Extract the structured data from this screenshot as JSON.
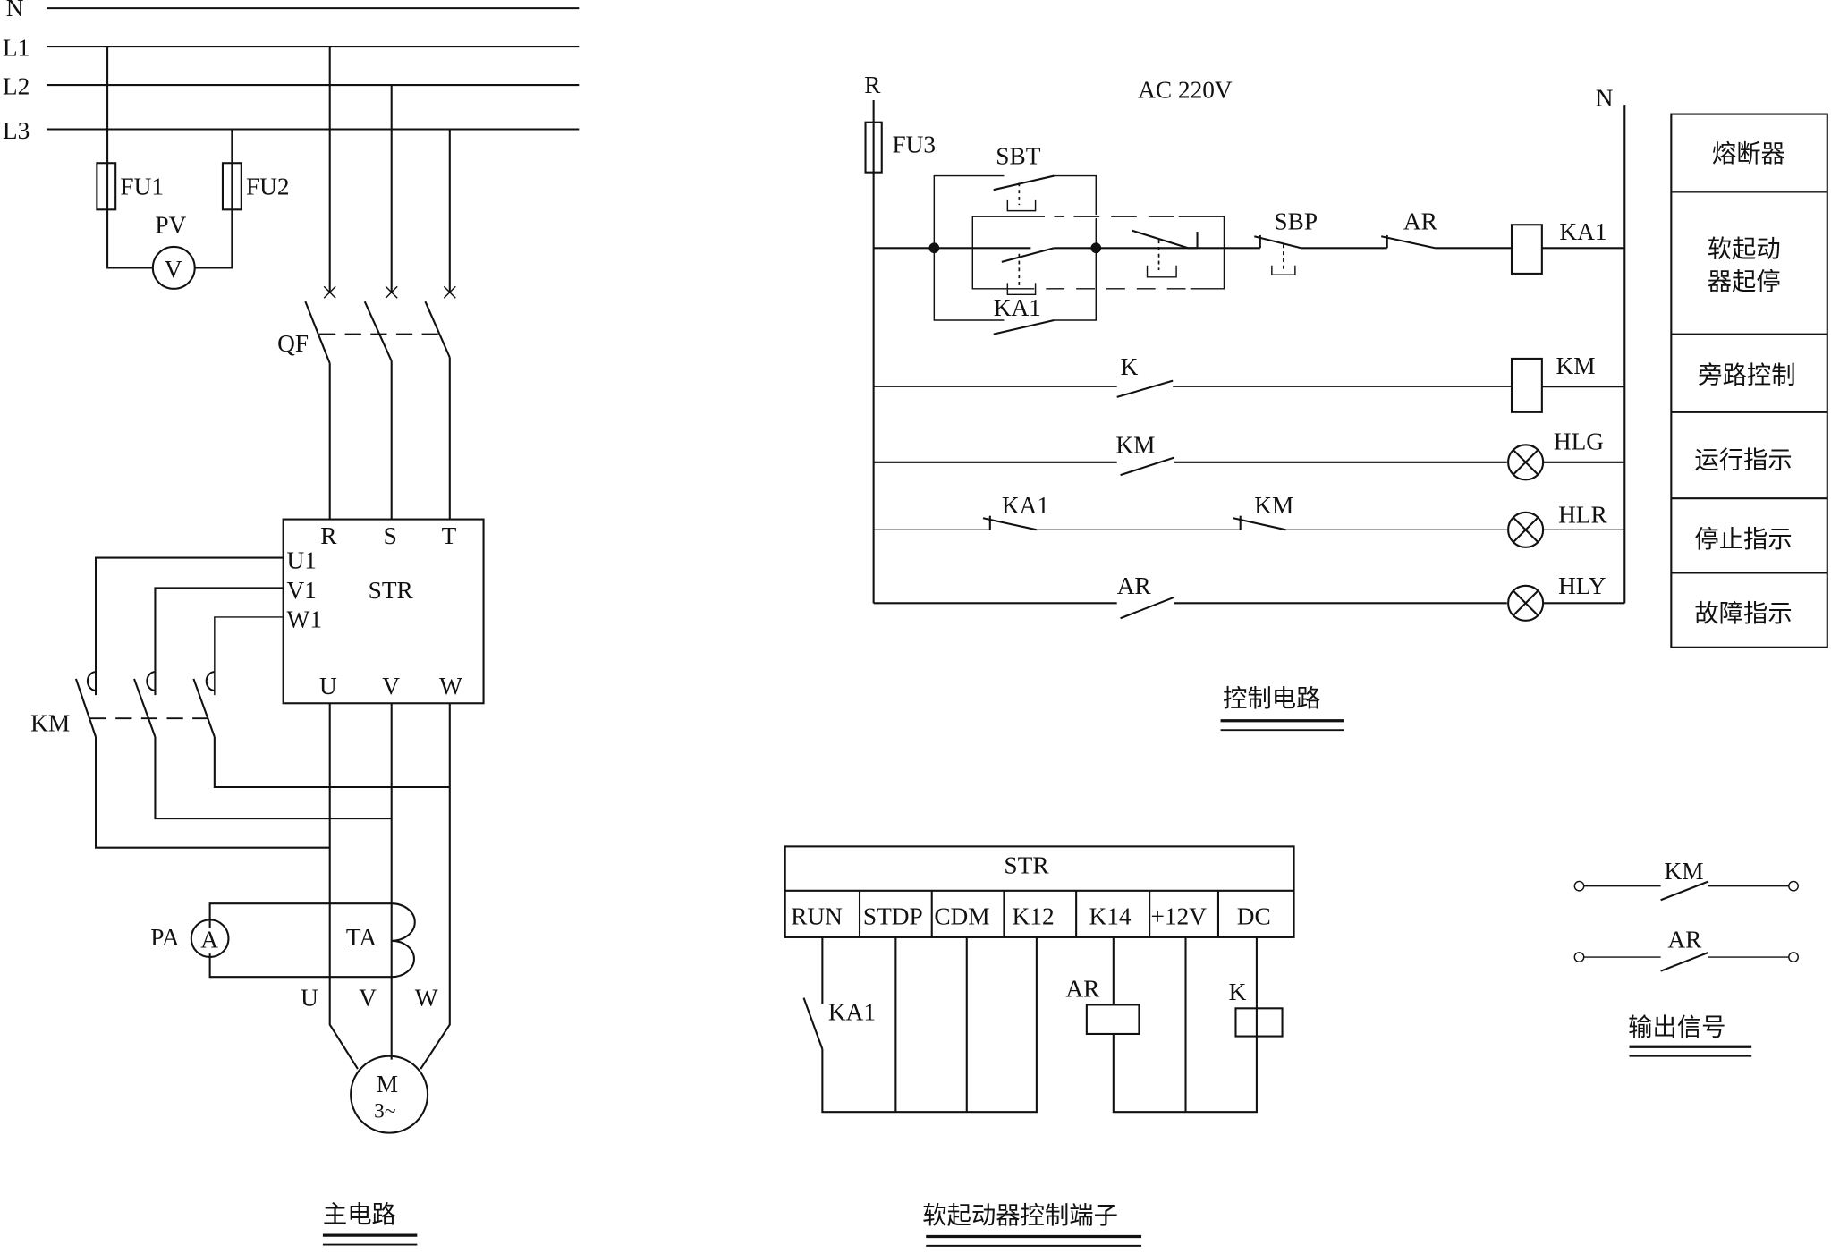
{
  "main_circuit": {
    "title": "主电路",
    "bus": [
      "N",
      "L1",
      "L2",
      "L3"
    ],
    "fuses": [
      "FU1",
      "FU2"
    ],
    "voltmeter": {
      "label": "PV",
      "symbol": "V"
    },
    "breaker": "QF",
    "starter": {
      "label": "STR",
      "inputs": [
        "R",
        "S",
        "T"
      ],
      "bypass": [
        "U1",
        "V1",
        "W1"
      ],
      "outputs": [
        "U",
        "V",
        "W"
      ]
    },
    "bypass_contactor": "KM",
    "ammeter": {
      "label": "PA",
      "symbol": "A"
    },
    "current_transformer": "TA",
    "motor_phases": [
      "U",
      "V",
      "W"
    ],
    "motor": {
      "line1": "M",
      "line2": "3~"
    }
  },
  "control_circuit": {
    "title": "控制电路",
    "supply": "AC  220V",
    "phase": "R",
    "neutral": "N",
    "fuse": "FU3",
    "rung1": {
      "start_button": "SBT",
      "hold_contact": "KA1",
      "stop_button": "SBP",
      "fault_contact": "AR",
      "coil": "KA1"
    },
    "rung2": {
      "contact": "K",
      "coil": "KM"
    },
    "rung3": {
      "contact": "KM",
      "lamp": "HLG"
    },
    "rung4": {
      "contact1": "KA1",
      "contact2": "KM",
      "lamp": "HLR"
    },
    "rung5": {
      "contact": "AR",
      "lamp": "HLY"
    },
    "legend": [
      "熔断器",
      "软起动器起停",
      "旁路控制",
      "运行指示",
      "停止指示",
      "故障指示"
    ],
    "legend_row2_lines": [
      "软起动",
      "器起停"
    ]
  },
  "terminals": {
    "title": "软起动器控制端子",
    "header": "STR",
    "columns": [
      "RUN",
      "STDP",
      "CDM",
      "K12",
      "K14",
      "+12V",
      "DC"
    ],
    "contact": "KA1",
    "coil1": "AR",
    "coil2": "K"
  },
  "output_signals": {
    "title": "输出信号",
    "items": [
      "KM",
      "AR"
    ]
  }
}
